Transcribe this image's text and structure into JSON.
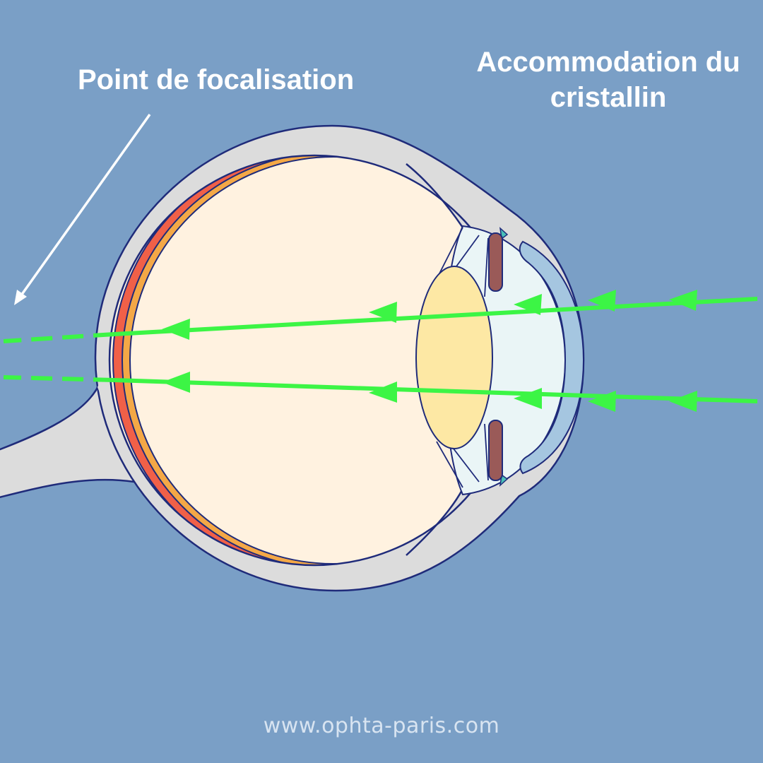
{
  "labels": {
    "focal_point": "Point de focalisation",
    "accommodation_line1": "Accommodation du",
    "accommodation_line2": "cristallin"
  },
  "watermark": "www.ophta-paris.com",
  "colors": {
    "background": "#7a9fc6",
    "sclera": "#dcdcdc",
    "outline": "#1f2b7a",
    "vitreous": "#fff2e0",
    "choroid": "#f06048",
    "retina": "#f4a846",
    "lens": "#fde8a4",
    "anterior_chamber": "#eaf5f6",
    "cornea": "#a5c6e0",
    "iris": "#9a5a58",
    "light_rays": "#3cf545",
    "text": "#ffffff"
  }
}
